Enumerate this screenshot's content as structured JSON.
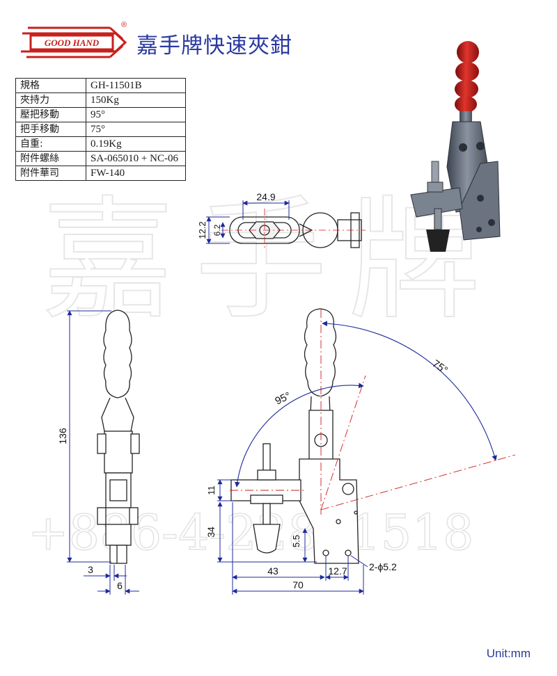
{
  "header": {
    "logo_text": "GOOD HAND",
    "registered_mark": "®",
    "title": "嘉手牌快速夾鉗"
  },
  "spec_table": [
    {
      "key": "規格",
      "value": "GH-11501B"
    },
    {
      "key": "夾持力",
      "value": "150Kg"
    },
    {
      "key": "壓把移動",
      "value": "95°"
    },
    {
      "key": "把手移動",
      "value": "75°"
    },
    {
      "key": "自重:",
      "value": "0.19Kg"
    },
    {
      "key": "附件螺絲",
      "value": "SA-065010 + NC-06"
    },
    {
      "key": "附件華司",
      "value": "FW-140"
    }
  ],
  "dimensions": {
    "top_width": "24.9",
    "top_h1": "12.2",
    "top_h2": "6.2",
    "height": "136",
    "foot_w1": "3",
    "foot_w2": "6",
    "side_11": "11",
    "side_34": "34",
    "side_55": "5.5",
    "side_43": "43",
    "side_127": "12.7",
    "side_70": "70",
    "hole_callout": "2-ϕ5.2",
    "angle_95": "95°",
    "angle_75": "75°"
  },
  "watermark": {
    "glyphs": "嘉手牌",
    "phone": "+886-4-22801518"
  },
  "colors": {
    "handle_red": "#c8201c",
    "body_gray": "#6b7280",
    "dimension_blue": "#1e2a9a",
    "centerline_red": "#d11a1a"
  },
  "unit_label": "Unit:mm"
}
